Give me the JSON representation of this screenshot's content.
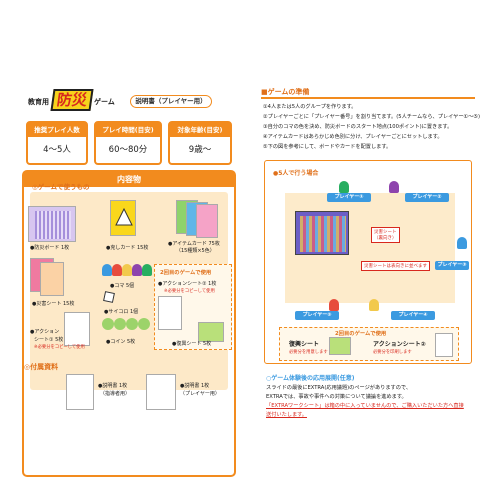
{
  "left": {
    "title_prefix": "教育用",
    "title_word": "防災",
    "title_suffix": "ゲーム",
    "doc_type": "説明書（プレイヤー用）",
    "info": [
      {
        "label": "推奨プレイ人数",
        "value": "4〜5人"
      },
      {
        "label": "プレイ時間(目安)",
        "value": "60〜80分"
      },
      {
        "label": "対象年齢(目安)",
        "value": "9歳〜"
      }
    ],
    "contents_title": "内容物",
    "game_items_head": "◎ゲームで使うもの",
    "items": {
      "board": "●防災ボード 1枚",
      "quiz": "●克しカード 15枚",
      "item_card_1": "●アイテムカード 75枚",
      "item_card_2": "（15種類×5色）",
      "disaster": "●災害シート 15枚",
      "koma": "●コマ 5個",
      "saikoro": "●サイコロ 1個",
      "coin": "●コイン 5枚",
      "action": "●アクション",
      "action2": "シート① 5枚",
      "action_note": "※必要分をコピーして使用"
    },
    "bonus_head": "2回目のゲームで使用",
    "bonus_action": "●アクションシート② 1枚",
    "bonus_note": "※必要分をコピーして使用",
    "bonus_recovery": "●復興シート 5枚",
    "supp_head": "◎付属資料",
    "manual_1a": "●説明書 1枚",
    "manual_1b": "（指導者用）",
    "manual_2a": "●説明書 1枚",
    "manual_2b": "（プレイヤー用）"
  },
  "right": {
    "section_title": "■ゲームの準備",
    "steps": [
      "①4人または5人のグループを作ります。",
      "②プレイヤーごとに「プレイヤー番号」を割り当てます。(5人チームなら、プレイヤー①〜⑤)",
      "③自分のコマの色を決め、防災ボードのスタート地点(100ポイント)に置きます。",
      "④アイテムカードはあらかじめ色別に分け、プレイヤーごとにセットします。",
      "⑤下の図を参考にして、ボードやカードを配置します。"
    ],
    "setup_head": "●5人で行う場合",
    "players": [
      "プレイヤー①",
      "プレイヤー②",
      "プレイヤー③",
      "プレイヤー④",
      "プレイヤー⑤"
    ],
    "callout_1": "災害シート",
    "callout_1b": "（裏向き）",
    "callout_2": "災害シートは表向きに並べます",
    "second_head": "2回目のゲームで使用",
    "recovery_label": "復興シート",
    "recovery_note": "必要分を用意します",
    "action2_label": "アクションシート②",
    "action2_note": "必要分を印刷します",
    "tip_head": "○ゲーム体験後の応用展開(任意)",
    "tip_1": "スライドの最後にEXTRA(応用議題)のページがありますので、",
    "tip_2": "EXTRAでは、事故や事件への対策について議論を進めます。",
    "tip_3a": "「EXTRAワークシート」は箱の中に入っていませんので、ご購入いただいた方へ直接",
    "tip_3b": "送付いたします。"
  }
}
